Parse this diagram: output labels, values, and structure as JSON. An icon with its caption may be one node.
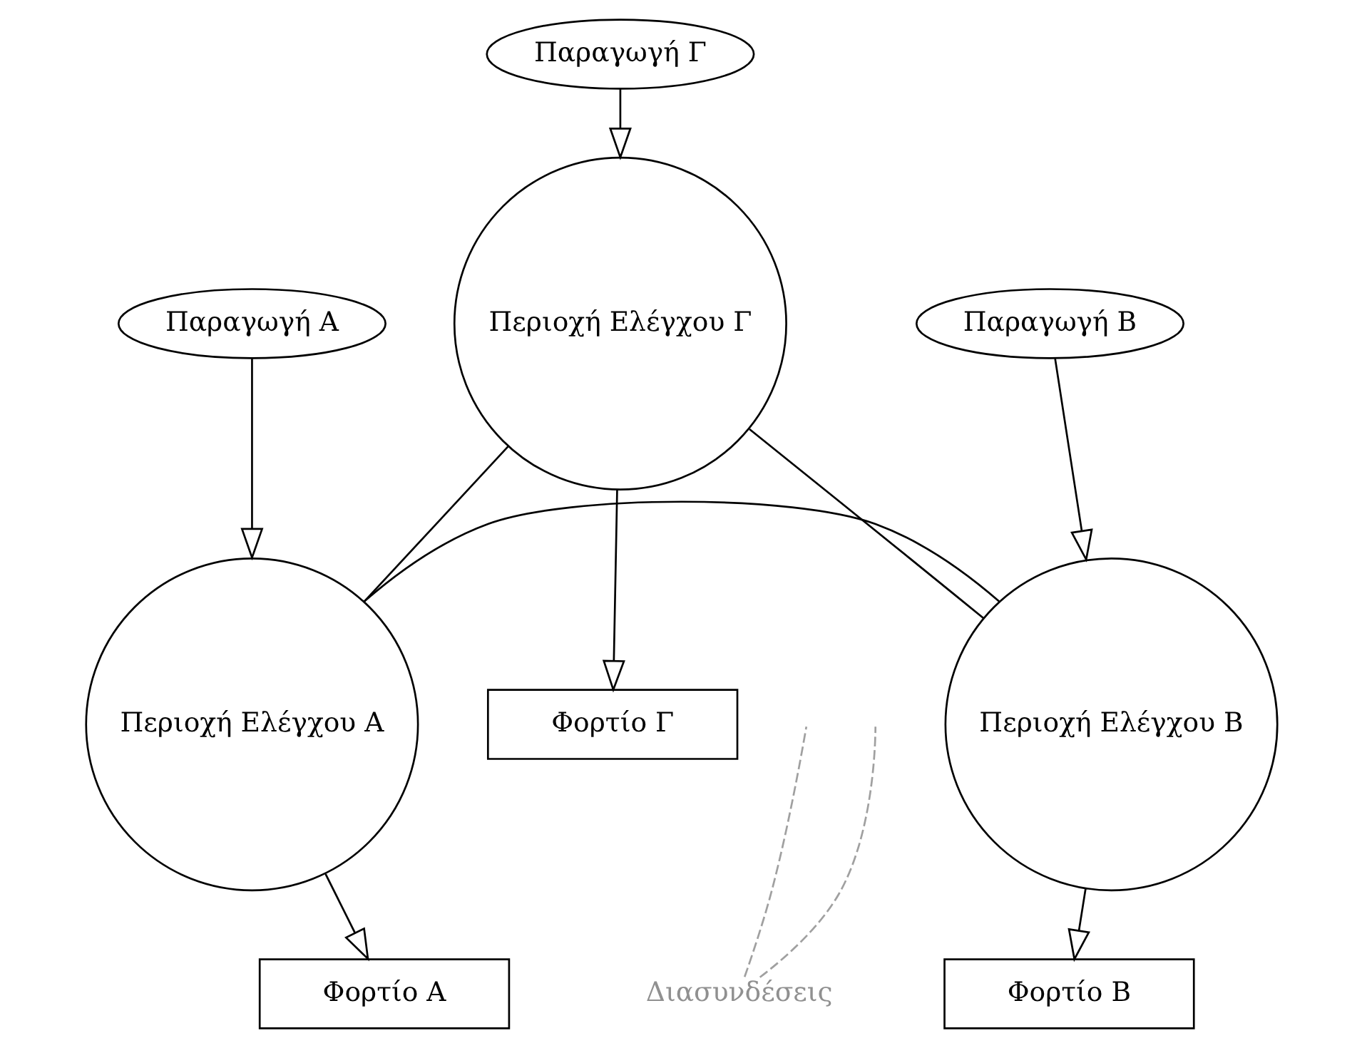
{
  "diagram": {
    "nodes": [
      {
        "text": [
          "Παραγωγή Γ"
        ]
      },
      {
        "text": [
          "Περιοχή Ελέγχου Γ"
        ]
      },
      {
        "text": [
          "Παραγωγή Α"
        ]
      },
      {
        "text": [
          "Παραγωγή Β"
        ]
      },
      {
        "text": [
          "Φορτίο Γ"
        ]
      },
      {
        "text": [
          "Περιοχή Ελέγχου Α"
        ]
      },
      {
        "text": [
          "Περιοχή Ελέγχου Β"
        ]
      },
      {
        "text": [
          "Φορτίο Α"
        ]
      },
      {
        "text": [
          "Φορτίο Β"
        ]
      },
      {
        "text": [
          "Διασυνδέσεις"
        ]
      }
    ],
    "edges": [
      {
        "from": 0,
        "to": 1,
        "arrow": "to"
      },
      {
        "from": 2,
        "to": 5,
        "arrow": "to"
      },
      {
        "from": 3,
        "to": 6,
        "arrow": "to"
      },
      {
        "from": 1,
        "to": 4,
        "arrow": "to"
      },
      {
        "from": 5,
        "to": 7,
        "arrow": "to"
      },
      {
        "from": 6,
        "to": 8,
        "arrow": "to"
      },
      {
        "from": 5,
        "to": 1,
        "arrow": "none"
      },
      {
        "from": 1,
        "to": 6,
        "arrow": "none"
      },
      {
        "from": 5,
        "to": 6,
        "arrow": "none"
      },
      {
        "from": 9,
        "to": null,
        "arrow": "none",
        "style": "dashed",
        "color": "#a0a0a0"
      },
      {
        "from": 9,
        "to": null,
        "arrow": "none",
        "style": "dashed",
        "color": "#a0a0a0"
      }
    ]
  }
}
